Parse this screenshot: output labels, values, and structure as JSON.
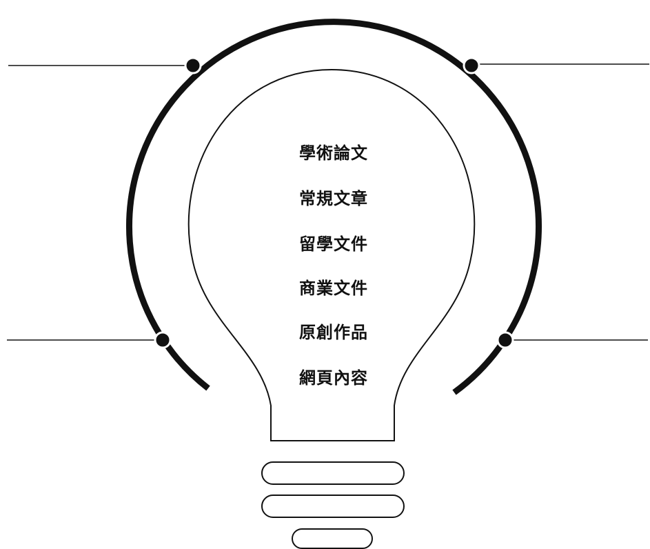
{
  "diagram": {
    "labels": [
      "學術論文",
      "常規文章",
      "留學文件",
      "商業文件",
      "原創作品",
      "網頁內容"
    ]
  },
  "colors": {
    "stroke": "#111111",
    "background": "#ffffff"
  }
}
